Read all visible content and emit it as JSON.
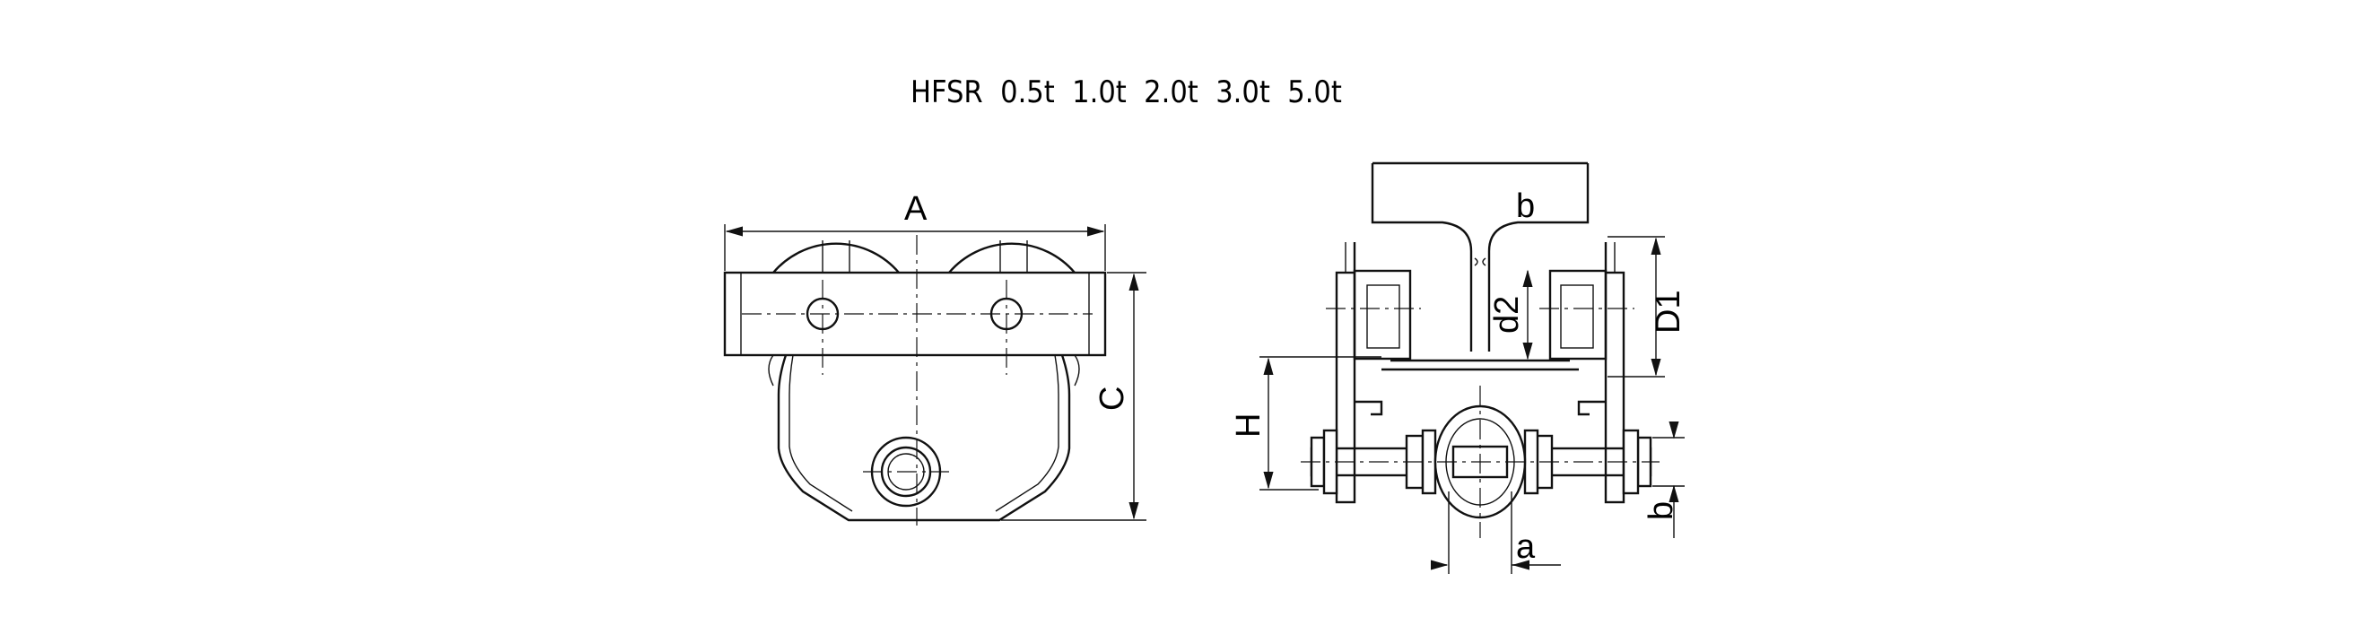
{
  "title": "HFSR  0.5t  1.0t  2.0t  3.0t  5.0t",
  "dimensions": {
    "A": "A",
    "C": "C",
    "b_top": "b",
    "d2": "d2",
    "D1": "D1",
    "H": "H",
    "b_right": "b",
    "a": "a"
  }
}
